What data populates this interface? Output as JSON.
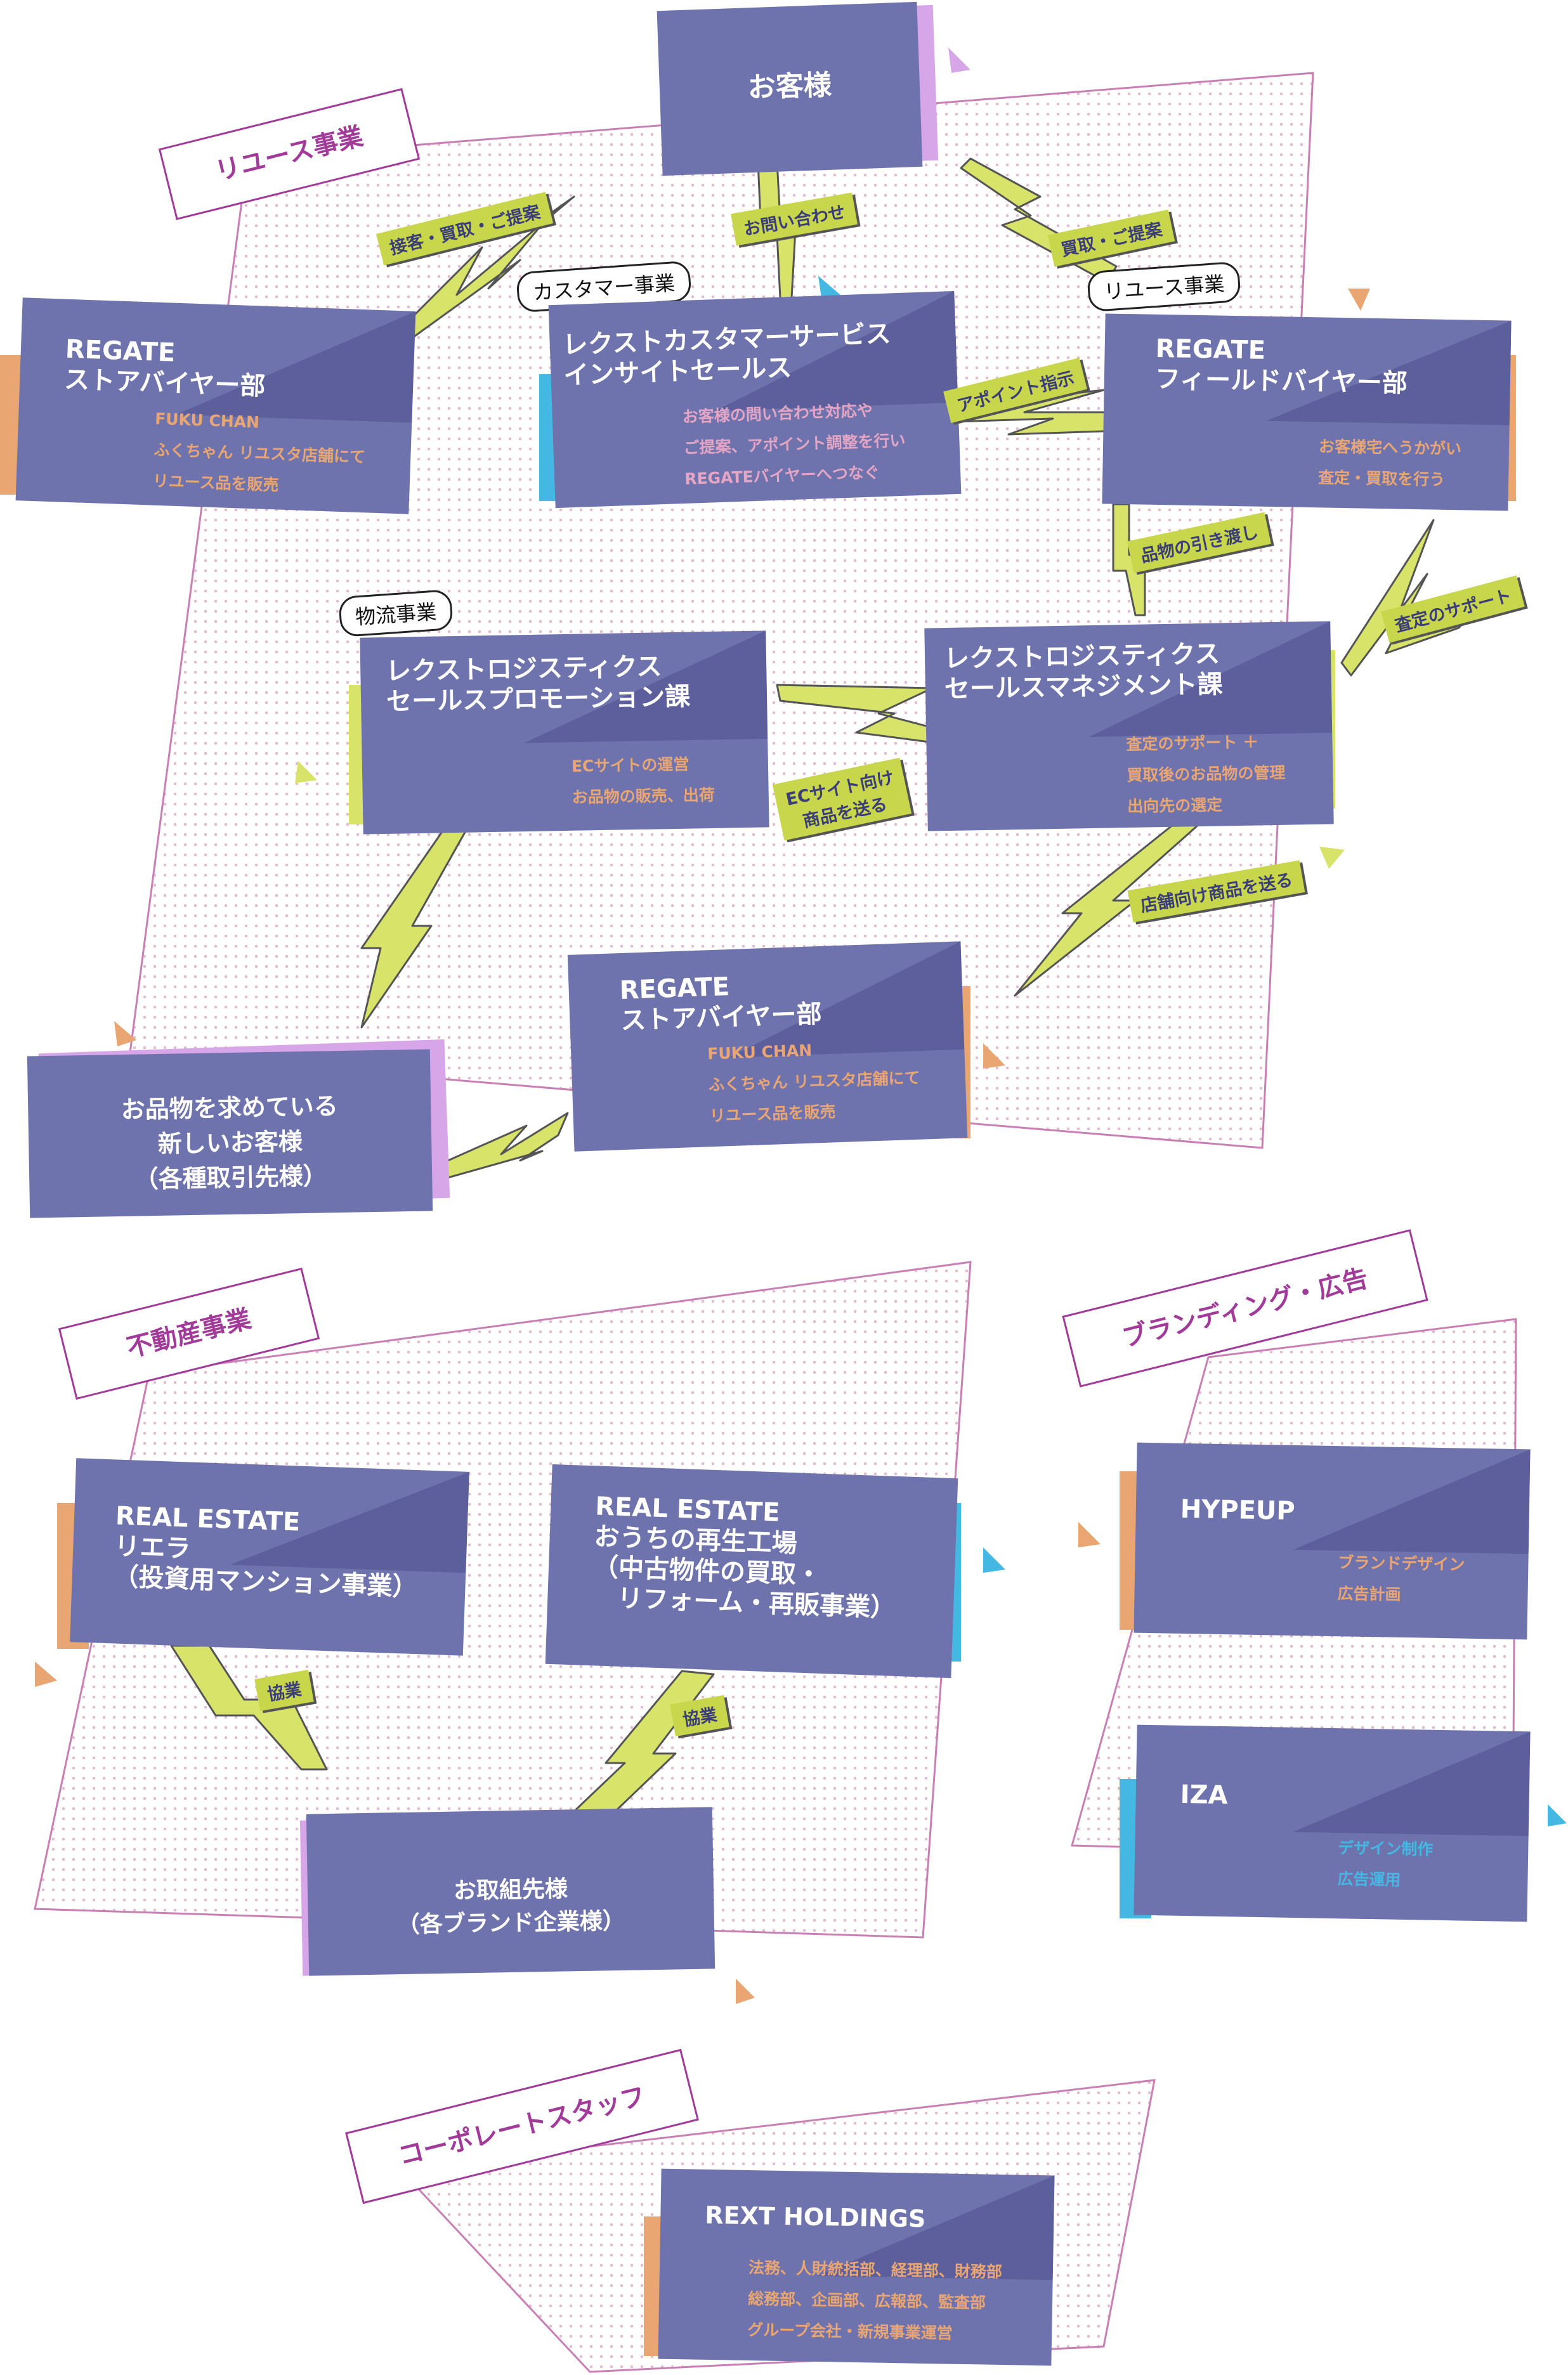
{
  "top": {
    "customer": "お客様"
  },
  "sections": {
    "reuse": "リユース事業",
    "realestate": "不動産事業",
    "branding": "ブランディング・広告",
    "corporate": "コーポレートスタッフ"
  },
  "bubbles": {
    "customer_biz": "カスタマー事業",
    "reuse_biz": "リユース事業",
    "logistics_biz": "物流事業"
  },
  "cards": {
    "regate_store_1": {
      "title": "REGATE\nストアバイヤー部",
      "desc": "FUKU CHAN\nふくちゃん リユスタ店舗にて\nリユース品を販売"
    },
    "customer_service": {
      "title": "レクストカスタマーサービス\nインサイトセールス",
      "desc": "お客様の問い合わせ対応や\nご提案、アポイント調整を行い\nREGATEバイヤーへつなぐ"
    },
    "regate_field": {
      "title": "REGATE\nフィールドバイヤー部",
      "desc": "お客様宅へうかがい\n査定・買取を行う"
    },
    "logistics_sales_promo": {
      "title": "レクストロジスティクス\nセールスプロモーション課",
      "desc": "ECサイトの運営\nお品物の販売、出荷"
    },
    "logistics_sales_mgmt": {
      "title": "レクストロジスティクス\nセールスマネジメント課",
      "desc": "査定のサポート ＋\n買取後のお品物の管理\n出向先の選定"
    },
    "regate_store_2": {
      "title": "REGATE\nストアバイヤー部",
      "desc": "FUKU CHAN\nふくちゃん リユスタ店舗にて\nリユース品を販売"
    },
    "new_customers": {
      "title": "お品物を求めている\n新しいお客様\n（各種取引先様）"
    },
    "realestate_riera": {
      "title": "REAL ESTATE\nリエラ\n（投資用マンション事業）"
    },
    "realestate_factory": {
      "title": "REAL ESTATE\nおうちの再生工場\n（中古物件の買取・\n　リフォーム・再販事業）"
    },
    "partners": {
      "title": "お取組先様\n（各ブランド企業様）"
    },
    "hypeup": {
      "title": "HYPEUP",
      "desc": "ブランドデザイン\n広告計画"
    },
    "iza": {
      "title": "IZA",
      "desc": "デザイン制作\n広告運用"
    },
    "rext": {
      "title": "REXT HOLDINGS",
      "desc": "法務、人財統括部、経理部、財務部\n総務部、企画部、広報部、監査部\nグループ会社・新規事業運営"
    }
  },
  "tags": {
    "reception": "接客・買取・ご提案",
    "inquiry": "お問い合わせ",
    "purchase_proposal": "買取・ご提案",
    "appointment": "アポイント指示",
    "handover": "品物の引き渡し",
    "appraisal_support": "査定のサポート",
    "ec_goods": "ECサイト向け\n商品を送る",
    "store_goods": "店舗向け商品を送る",
    "coop1": "協業",
    "coop2": "協業"
  },
  "colors": {
    "card": "#6f73ad",
    "card_shade": "#5c5f9b",
    "tag": "#c8d64c",
    "section_border": "#a23a9a",
    "accent_orange": "#e9a673",
    "accent_cyan": "#45b7e3",
    "accent_lilac": "#d7a6e8"
  }
}
